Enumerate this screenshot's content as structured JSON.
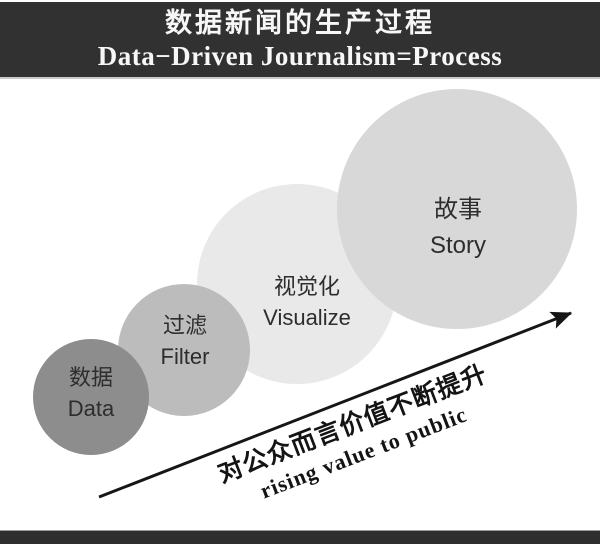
{
  "header": {
    "title_zh": "数据新闻的生产过程",
    "title_en": "Data−Driven Journalism=Process",
    "bg_color": "#313131",
    "text_color": "#f7f7f7"
  },
  "stages": [
    {
      "id": "data",
      "label_zh": "数据",
      "label_en": "Data",
      "color": "#8d8d8d"
    },
    {
      "id": "filter",
      "label_zh": "过滤",
      "label_en": "Filter",
      "color": "#bcbcbc"
    },
    {
      "id": "visualize",
      "label_zh": "视觉化",
      "label_en": "Visualize",
      "color": "#e9e9e9"
    },
    {
      "id": "story",
      "label_zh": "故事",
      "label_en": "Story",
      "color": "#d8d8d8"
    }
  ],
  "arrow": {
    "label_zh": "对公众而言价值不断提升",
    "label_en": "rising value to public",
    "color": "#161616"
  },
  "footer": {
    "bg_color": "#2e2e2e"
  }
}
